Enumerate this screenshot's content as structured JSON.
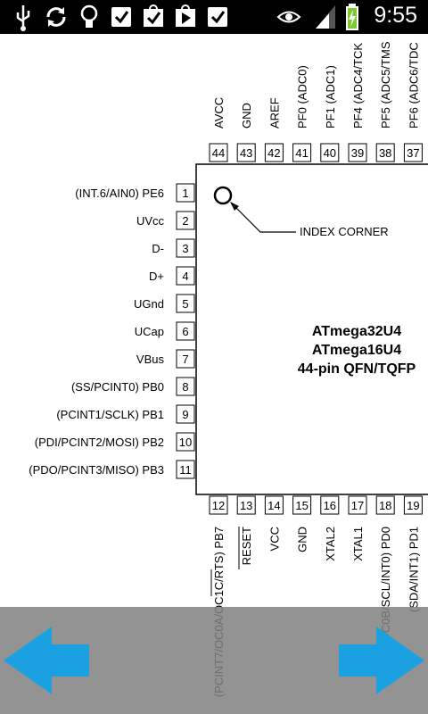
{
  "status_bar": {
    "time": "9:55",
    "icons": [
      "usb-icon",
      "sync-icon",
      "lightbulb-icon",
      "task-check-icon",
      "shopping-bag-check-icon",
      "play-store-icon",
      "task-check-icon",
      "eye-icon",
      "signal-icon",
      "battery-charging-icon"
    ]
  },
  "diagram": {
    "chip_name_line1": "ATmega32U4",
    "chip_name_line2": "ATmega16U4",
    "package": "44-pin QFN/TQFP",
    "index_label": "INDEX CORNER",
    "left_pins": [
      {
        "num": "1",
        "name": "(INT.6/AIN0) PE6"
      },
      {
        "num": "2",
        "name": "UVcc"
      },
      {
        "num": "3",
        "name": "D-"
      },
      {
        "num": "4",
        "name": "D+"
      },
      {
        "num": "5",
        "name": "UGnd"
      },
      {
        "num": "6",
        "name": "UCap"
      },
      {
        "num": "7",
        "name": "VBus"
      },
      {
        "num": "8",
        "name": "(SS/PCINT0) PB0"
      },
      {
        "num": "9",
        "name": "(PCINT1/SCLK) PB1"
      },
      {
        "num": "10",
        "name": "(PDI/PCINT2/MOSI) PB2"
      },
      {
        "num": "11",
        "name": "(PDO/PCINT3/MISO) PB3"
      }
    ],
    "top_pins": [
      {
        "num": "44",
        "name": "AVCC"
      },
      {
        "num": "43",
        "name": "GND"
      },
      {
        "num": "42",
        "name": "AREF"
      },
      {
        "num": "41",
        "name": "PF0 (ADC0)"
      },
      {
        "num": "40",
        "name": "PF1 (ADC1)"
      },
      {
        "num": "39",
        "name": "PF4 (ADC4/TCK"
      },
      {
        "num": "38",
        "name": "PF5 (ADC5/TMS"
      },
      {
        "num": "37",
        "name": "PF6 (ADC6/TDC"
      }
    ],
    "bottom_pins": [
      {
        "num": "12",
        "name": "(PCINT7/OC0A/OC1C/RTS) PB7"
      },
      {
        "num": "13",
        "name": "RESET"
      },
      {
        "num": "14",
        "name": "VCC"
      },
      {
        "num": "15",
        "name": "GND"
      },
      {
        "num": "16",
        "name": "XTAL2"
      },
      {
        "num": "17",
        "name": "XTAL1"
      },
      {
        "num": "18",
        "name": "(OC0B/SCL/INT0) PD0"
      },
      {
        "num": "19",
        "name": "(SDA/INT1) PD1"
      }
    ]
  },
  "navigation": {
    "accent_color": "#1ba1e2"
  }
}
